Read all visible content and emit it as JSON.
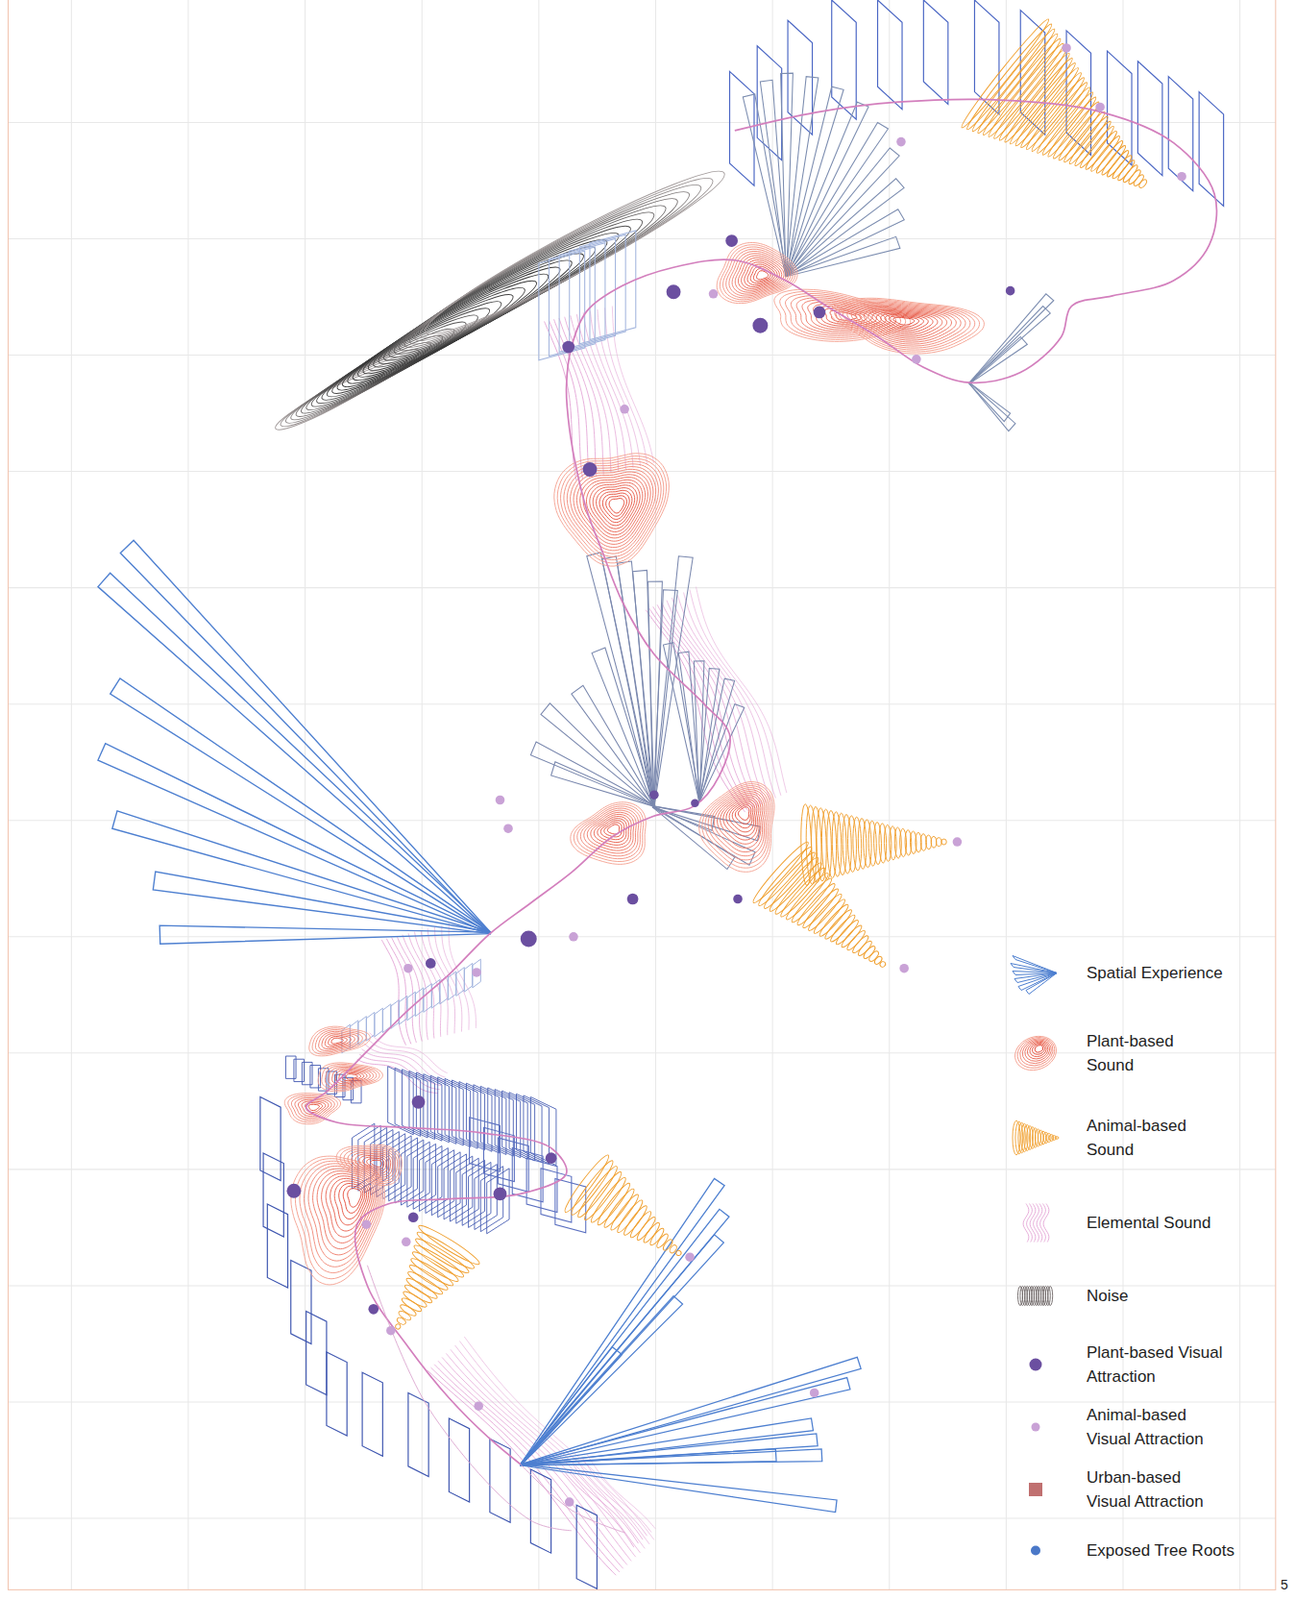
{
  "diagram": {
    "labels": [
      "5"
    ],
    "legend": [
      {
        "text": "Spatial Experience"
      },
      {
        "text": "Plant-based Sound"
      },
      {
        "text": "Animal-based Sound"
      },
      {
        "text": "Elemental Sound"
      },
      {
        "text": "Noise"
      },
      {
        "text": "Plant-based Visual Attraction",
        "color": "#6b4fa0"
      },
      {
        "text": "Animal-based Visual Attraction",
        "color": "#c9a2d6"
      },
      {
        "text": "Urban-based Visual Attraction",
        "color": "#c07070"
      },
      {
        "text": "Exposed Tree Roots",
        "color": "#4a78c8"
      }
    ]
  }
}
